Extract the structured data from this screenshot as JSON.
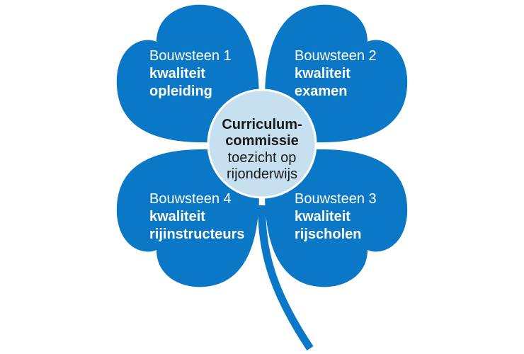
{
  "colors": {
    "leaf": "#0a77c7",
    "center": "#c6e0f0",
    "center_text": "#1a1a1a",
    "leaf_text": "#ffffff"
  },
  "center": {
    "line1": "Curriculum-",
    "line2": "commissie",
    "line3": "toezicht op",
    "line4": "rijonderwijs"
  },
  "leaves": [
    {
      "title": "Bouwsteen 1",
      "line1": "kwaliteit",
      "line2": "opleiding"
    },
    {
      "title": "Bouwsteen 2",
      "line1": "kwaliteit",
      "line2": "examen"
    },
    {
      "title": "Bouwsteen 3",
      "line1": "kwaliteit",
      "line2": "rijscholen"
    },
    {
      "title": "Bouwsteen 4",
      "line1": "kwaliteit",
      "line2": "rijinstructeurs"
    }
  ]
}
